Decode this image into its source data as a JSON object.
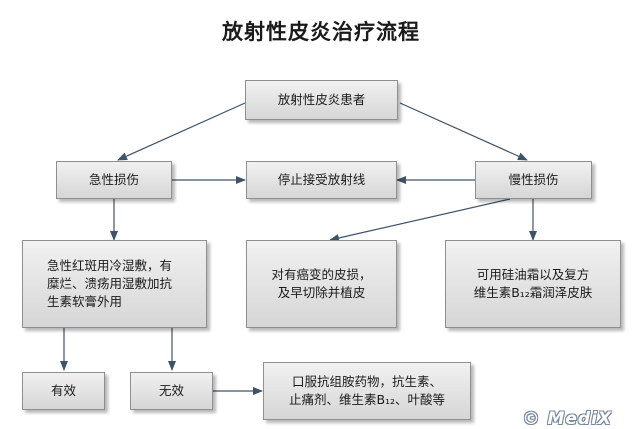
{
  "title": "放射性皮炎治疗流程",
  "nodes": {
    "patient": "放射性皮炎患者",
    "acute": "急性损伤",
    "stop": "停止接受放射线",
    "chronic": "慢性损伤",
    "acute_treat": [
      "急性红斑用冷湿敷，有",
      "糜烂、溃疡用湿敷加抗",
      "生素软膏外用"
    ],
    "cancer": [
      "对有癌变的皮损，",
      "及早切除并植皮"
    ],
    "silicone": [
      "可用硅油霜以及复方",
      "维生素B₁₂霜润泽皮肤"
    ],
    "effective": "有效",
    "ineffective": "无效",
    "oral": [
      "口服抗组胺药物，抗生素、",
      "止痛剂、维生素B₁₂、叶酸等"
    ]
  },
  "watermark": "© MediX",
  "colors": {
    "arrow": "#3f5368",
    "box_border": "#8f8f8f"
  }
}
